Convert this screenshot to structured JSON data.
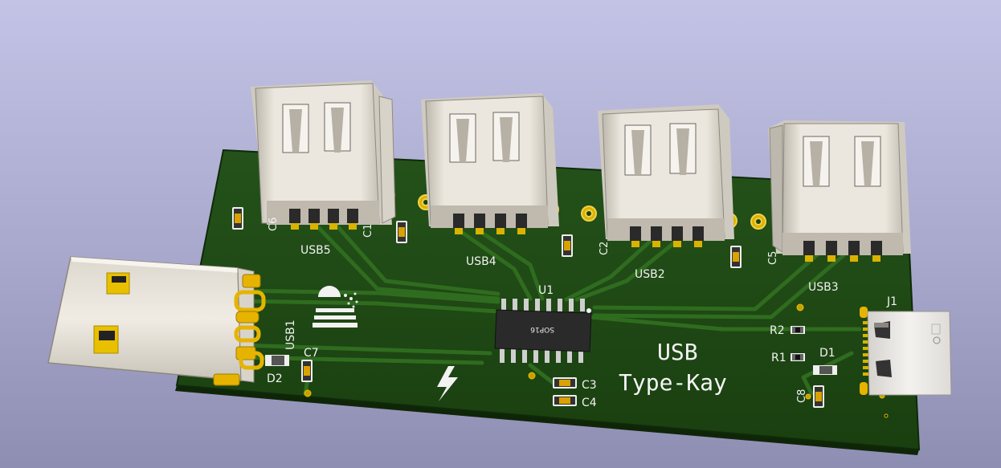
{
  "board": {
    "title_line1": "USB",
    "title_line2": "Type-Kay"
  },
  "ports": [
    {
      "ref": "USB5"
    },
    {
      "ref": "USB4"
    },
    {
      "ref": "USB2"
    },
    {
      "ref": "USB3"
    }
  ],
  "labels": {
    "usb1": "USB1",
    "u1": "U1",
    "u1_package": "SOP16",
    "j1": "J1",
    "r1": "R1",
    "r2": "R2",
    "d1": "D1",
    "d2": "D2",
    "c1": "C1",
    "c2": "C2",
    "c3": "C3",
    "c4": "C4",
    "c5": "C5",
    "c6": "C6",
    "c7": "C7",
    "c8": "C8"
  },
  "colors": {
    "background_top": "#c3c3e6",
    "pcb_soldermask": "#1f4a13",
    "trace": "#2d6a1d",
    "silkscreen": "#f2f2f2",
    "gold": "#e6b400",
    "connector_shell": "#e4e0d6"
  },
  "icons": [
    "lightning-bolt-icon",
    "logo-icon"
  ]
}
